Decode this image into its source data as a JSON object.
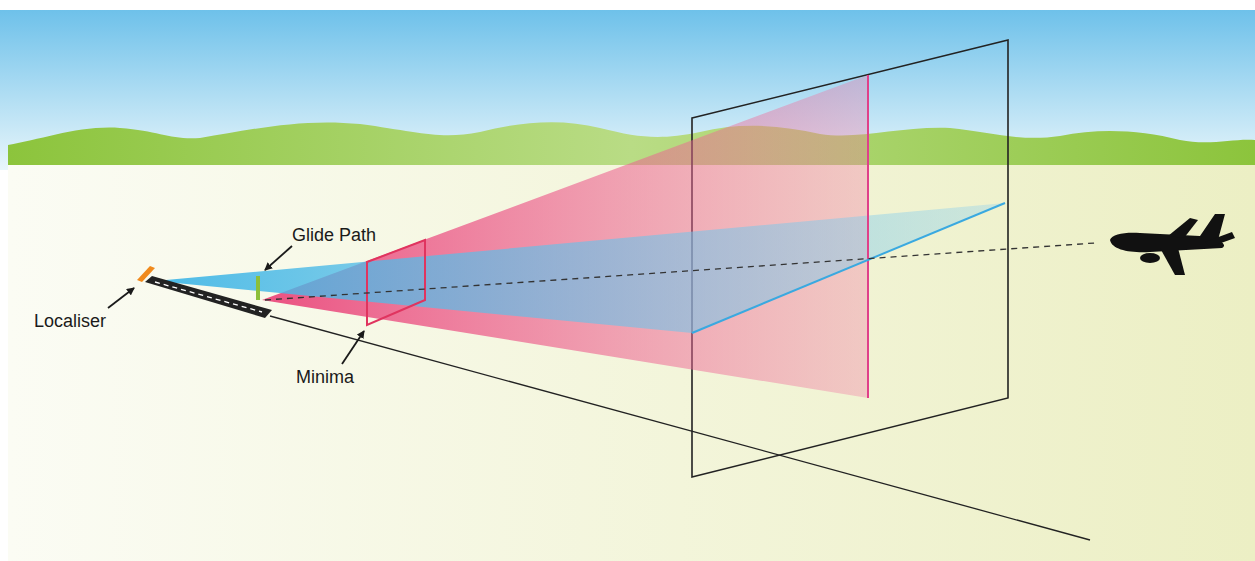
{
  "diagram": {
    "labels": [
      "Glide Path",
      "Localiser",
      "Minima"
    ]
  }
}
